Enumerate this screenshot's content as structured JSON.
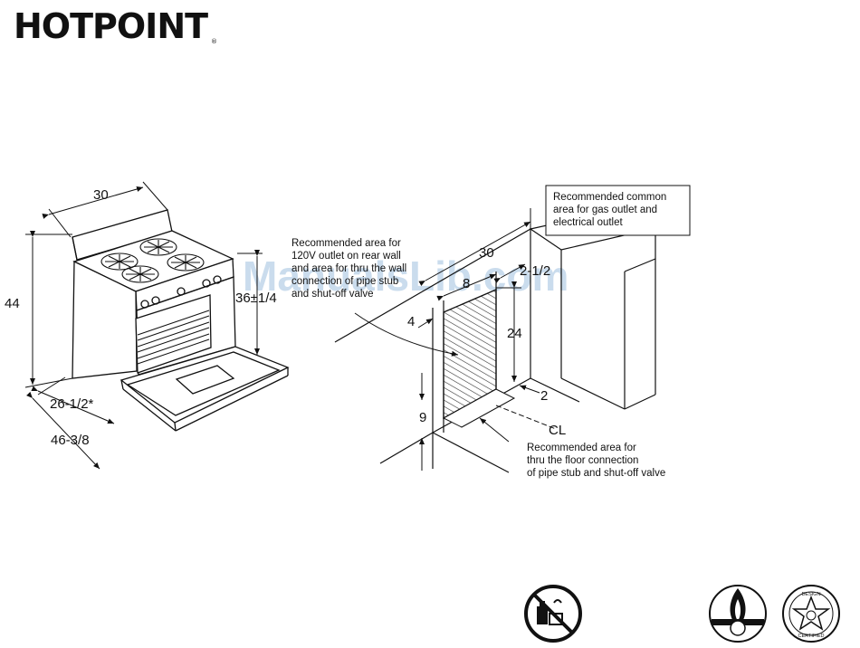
{
  "brand": {
    "name": "HOTPOINT",
    "mark": "®"
  },
  "watermark": "ManualsLib.com",
  "range_dims": {
    "width": "30",
    "height": "44",
    "cooktop_height": "36±1/4",
    "depth_closed": "26-1/2*",
    "depth_open": "46-3/8"
  },
  "install_dims": {
    "width": "30",
    "wall_offset": "2-1/2",
    "gas_width": "8",
    "gas_top": "4",
    "gas_height": "24",
    "side_offset": "2",
    "floor": "9",
    "centerline": "CL"
  },
  "notes": {
    "common_area": [
      "Recommended common",
      "area for gas outlet and",
      "electrical outlet"
    ],
    "wall_area": [
      "Recommended area for",
      "120V outlet on rear wall",
      "and area for thru the wall",
      "connection of pipe stub",
      "and shut-off valve"
    ],
    "floor_area": [
      "Recommended area for",
      "thru the floor connection",
      "of pipe stub and shut-off valve"
    ]
  },
  "badges": {
    "csa_star": {
      "top": "DESIGN",
      "bottom": "CERTIFIED"
    }
  }
}
